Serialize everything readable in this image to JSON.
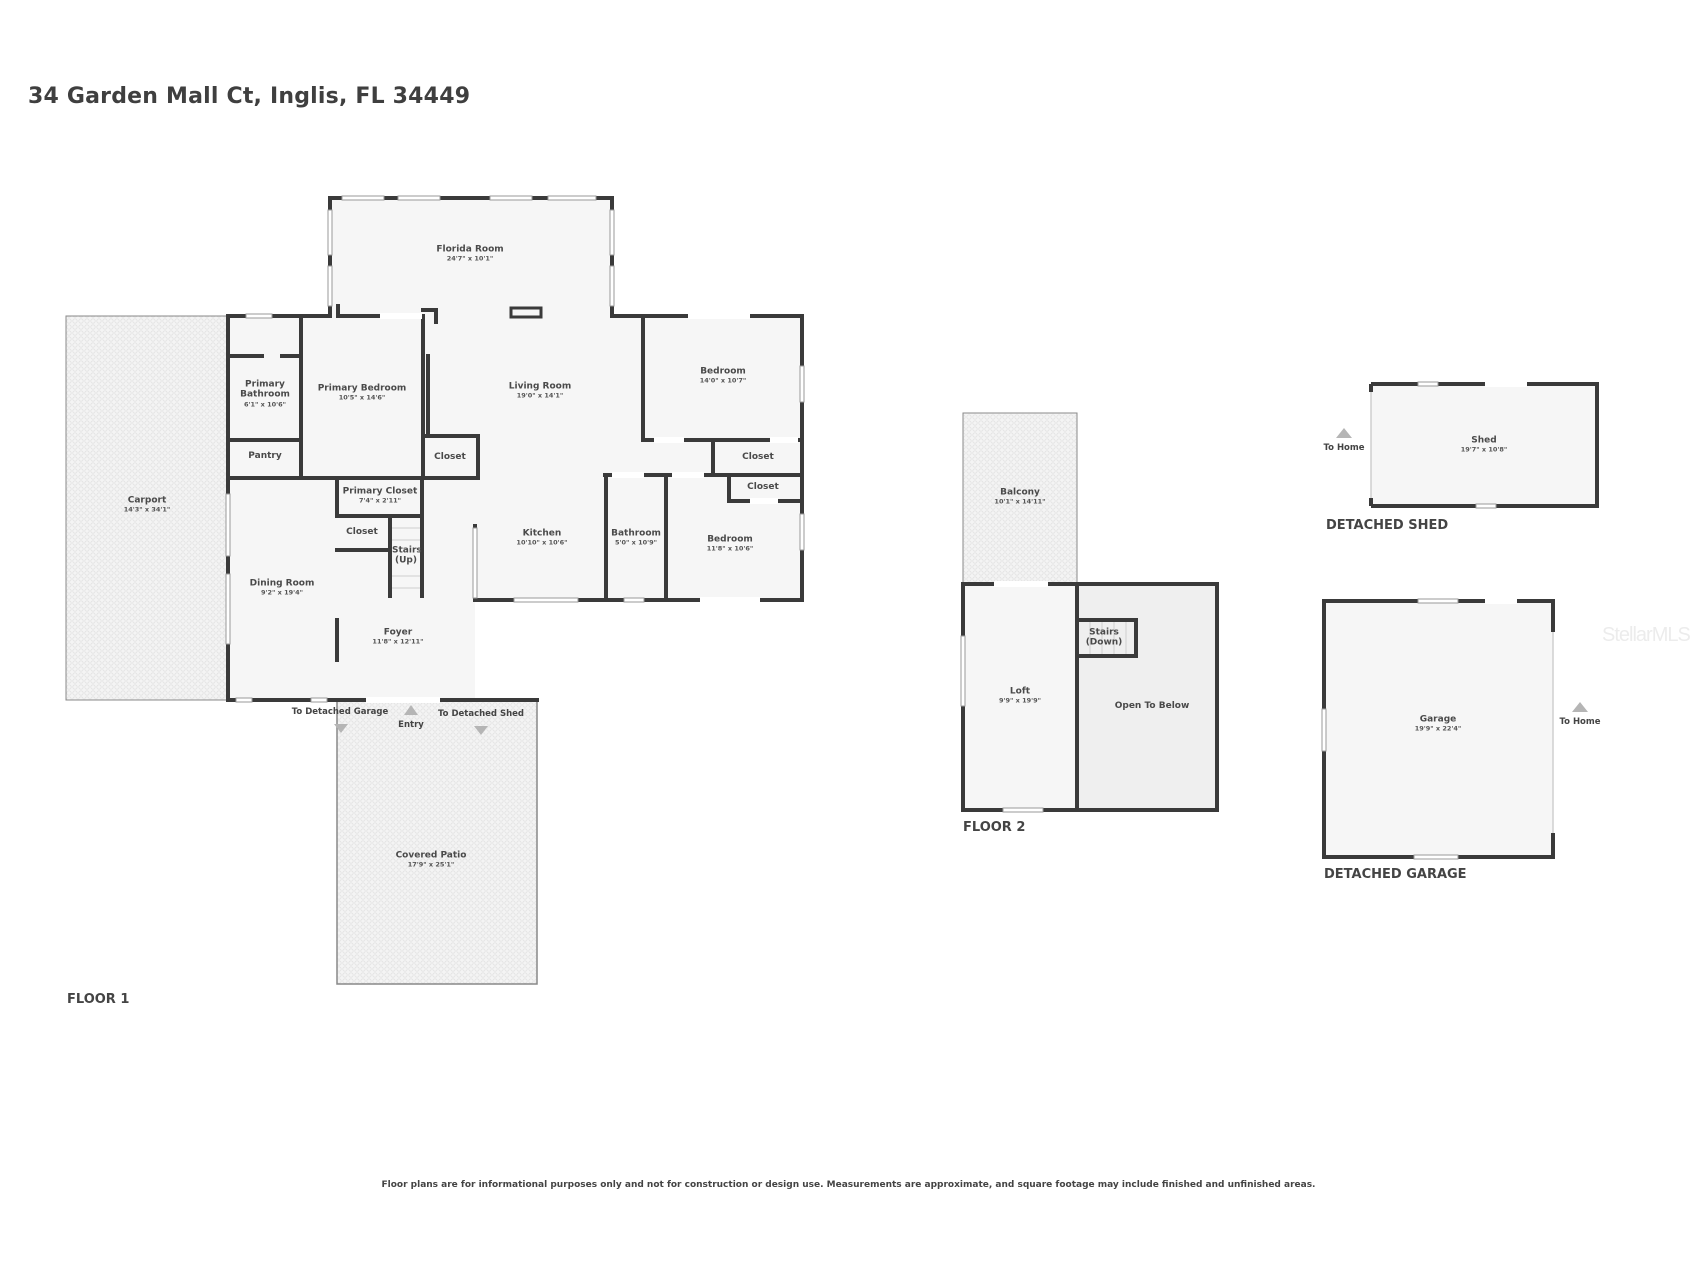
{
  "header": {
    "address": "34 Garden Mall Ct, Inglis, FL 34449"
  },
  "floor1": {
    "label": "FLOOR 1",
    "rooms": [
      {
        "name": "Florida Room",
        "dims": "24'7\" x 10'1\""
      },
      {
        "name": "Primary Bathroom",
        "dims": "6'1\" x 10'6\""
      },
      {
        "name": "Primary Bedroom",
        "dims": "10'5\" x 14'6\""
      },
      {
        "name": "Living Room",
        "dims": "19'0\" x 14'1\""
      },
      {
        "name": "Bedroom",
        "dims": "14'0\" x 10'7\""
      },
      {
        "name": "Pantry",
        "dims": ""
      },
      {
        "name": "Closet",
        "dims": ""
      },
      {
        "name": "Closet",
        "dims": ""
      },
      {
        "name": "Closet",
        "dims": ""
      },
      {
        "name": "Carport",
        "dims": "14'3\" x 34'1\""
      },
      {
        "name": "Primary Closet",
        "dims": "7'4\" x 2'11\""
      },
      {
        "name": "Closet",
        "dims": ""
      },
      {
        "name": "Stairs (Up)",
        "dims": ""
      },
      {
        "name": "Kitchen",
        "dims": "10'10\" x 10'6\""
      },
      {
        "name": "Bathroom",
        "dims": "5'0\" x 10'9\""
      },
      {
        "name": "Bedroom",
        "dims": "11'8\" x 10'6\""
      },
      {
        "name": "Dining Room",
        "dims": "9'2\" x 19'4\""
      },
      {
        "name": "Foyer",
        "dims": "11'8\" x 12'11\""
      },
      {
        "name": "Covered Patio",
        "dims": "17'9\" x 25'1\""
      }
    ],
    "nav": {
      "to_garage": "To Detached Garage",
      "entry": "Entry",
      "to_shed": "To Detached Shed"
    }
  },
  "floor2": {
    "label": "FLOOR 2",
    "rooms": [
      {
        "name": "Balcony",
        "dims": "10'1\" x 14'11\""
      },
      {
        "name": "Stairs (Down)",
        "dims": ""
      },
      {
        "name": "Loft",
        "dims": "9'9\" x 19'9\""
      },
      {
        "name": "Open To Below",
        "dims": ""
      }
    ]
  },
  "shed": {
    "label": "DETACHED SHED",
    "room": {
      "name": "Shed",
      "dims": "19'7\" x 10'8\""
    },
    "nav": "To Home"
  },
  "garage": {
    "label": "DETACHED GARAGE",
    "room": {
      "name": "Garage",
      "dims": "19'9\" x 22'4\""
    },
    "nav": "To Home"
  },
  "footer": {
    "disclaimer": "Floor plans are for informational purposes only and not for construction or design use. Measurements are approximate, and square footage may include finished and unfinished areas."
  },
  "watermark": "StellarMLS",
  "colors": {
    "wall": "#3a3a3a",
    "floor": "#f5f5f5",
    "outdoor": "#f2f2f2",
    "text": "#444444",
    "open_below": "#efefef"
  }
}
